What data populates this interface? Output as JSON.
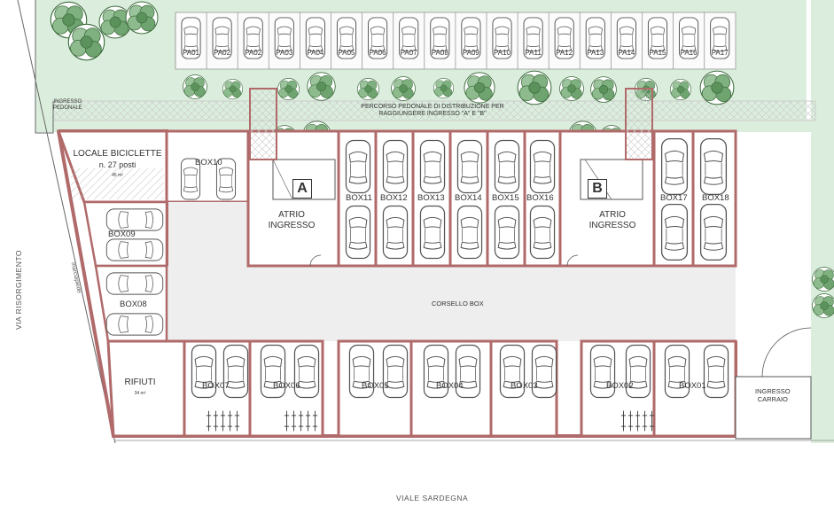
{
  "streets": {
    "left": "VIA RISORGIMENTO",
    "bottom": "VIALE SARDEGNA",
    "sidewalk": "marciapiede"
  },
  "parking_spots": [
    "PA01",
    "PA02",
    "PA02",
    "PA03",
    "PA04",
    "PA05",
    "PA06",
    "PA07",
    "PA08",
    "PA09",
    "PA10",
    "PA11",
    "PA12",
    "PA13",
    "PA14",
    "PA15",
    "PA16",
    "PA17"
  ],
  "walkway": {
    "line1": "PERCORSO PEDONALE DI DISTRIBUZIONE PER",
    "line2": "RAGGIUNGERE INGRESSO \"A\" E \"B\""
  },
  "pedestrian_entrance": {
    "line1": "INGRESSO",
    "line2": "PEDONALE"
  },
  "bike_room": {
    "title": "LOCALE BICICLETTE",
    "capacity": "n. 27 posti",
    "area": "45 m²"
  },
  "waste_room": {
    "title": "RIFIUTI",
    "area": "34 m²"
  },
  "lobbies": [
    {
      "letter": "A",
      "line1": "ATRIO",
      "line2": "INGRESSO"
    },
    {
      "letter": "B",
      "line1": "ATRIO",
      "line2": "INGRESSO"
    }
  ],
  "corridor": "CORSELLO BOX",
  "vehicle_entrance": {
    "line1": "INGRESSO",
    "line2": "CARRAIO"
  },
  "boxes": {
    "box01": "BOX01",
    "box02": "BOX02",
    "box03": "BOX03",
    "box04": "BOX04",
    "box05": "BOX05",
    "box06": "BOX06",
    "box07": "BOX07",
    "box08": "BOX08",
    "box09": "BOX09",
    "box10": "BOX10",
    "box11": "BOX11",
    "box12": "BOX12",
    "box13": "BOX13",
    "box14": "BOX14",
    "box15": "BOX15",
    "box16": "BOX16",
    "box17": "BOX17",
    "box18": "BOX18"
  },
  "colors": {
    "wall": "#b06a6a",
    "greenery": "#d9ecdc",
    "tree": "#4f8a4f",
    "paving": "#dcdcdc",
    "asphalt": "#eeeeee"
  }
}
